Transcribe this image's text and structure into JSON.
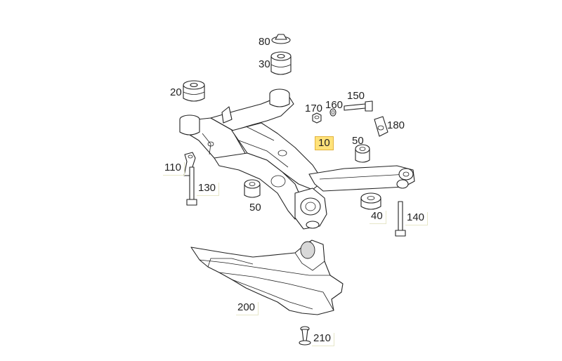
{
  "labels": {
    "p10": "10",
    "p20": "20",
    "p30": "30",
    "p40": "40",
    "p50a": "50",
    "p50b": "50",
    "p80": "80",
    "p110": "110",
    "p130": "130",
    "p140": "140",
    "p150": "150",
    "p160": "160",
    "p170": "170",
    "p180": "180",
    "p200": "200",
    "p210": "210"
  },
  "colors": {
    "highlight": "#ffe27a",
    "line": "#222222",
    "background": "#ffffff"
  }
}
